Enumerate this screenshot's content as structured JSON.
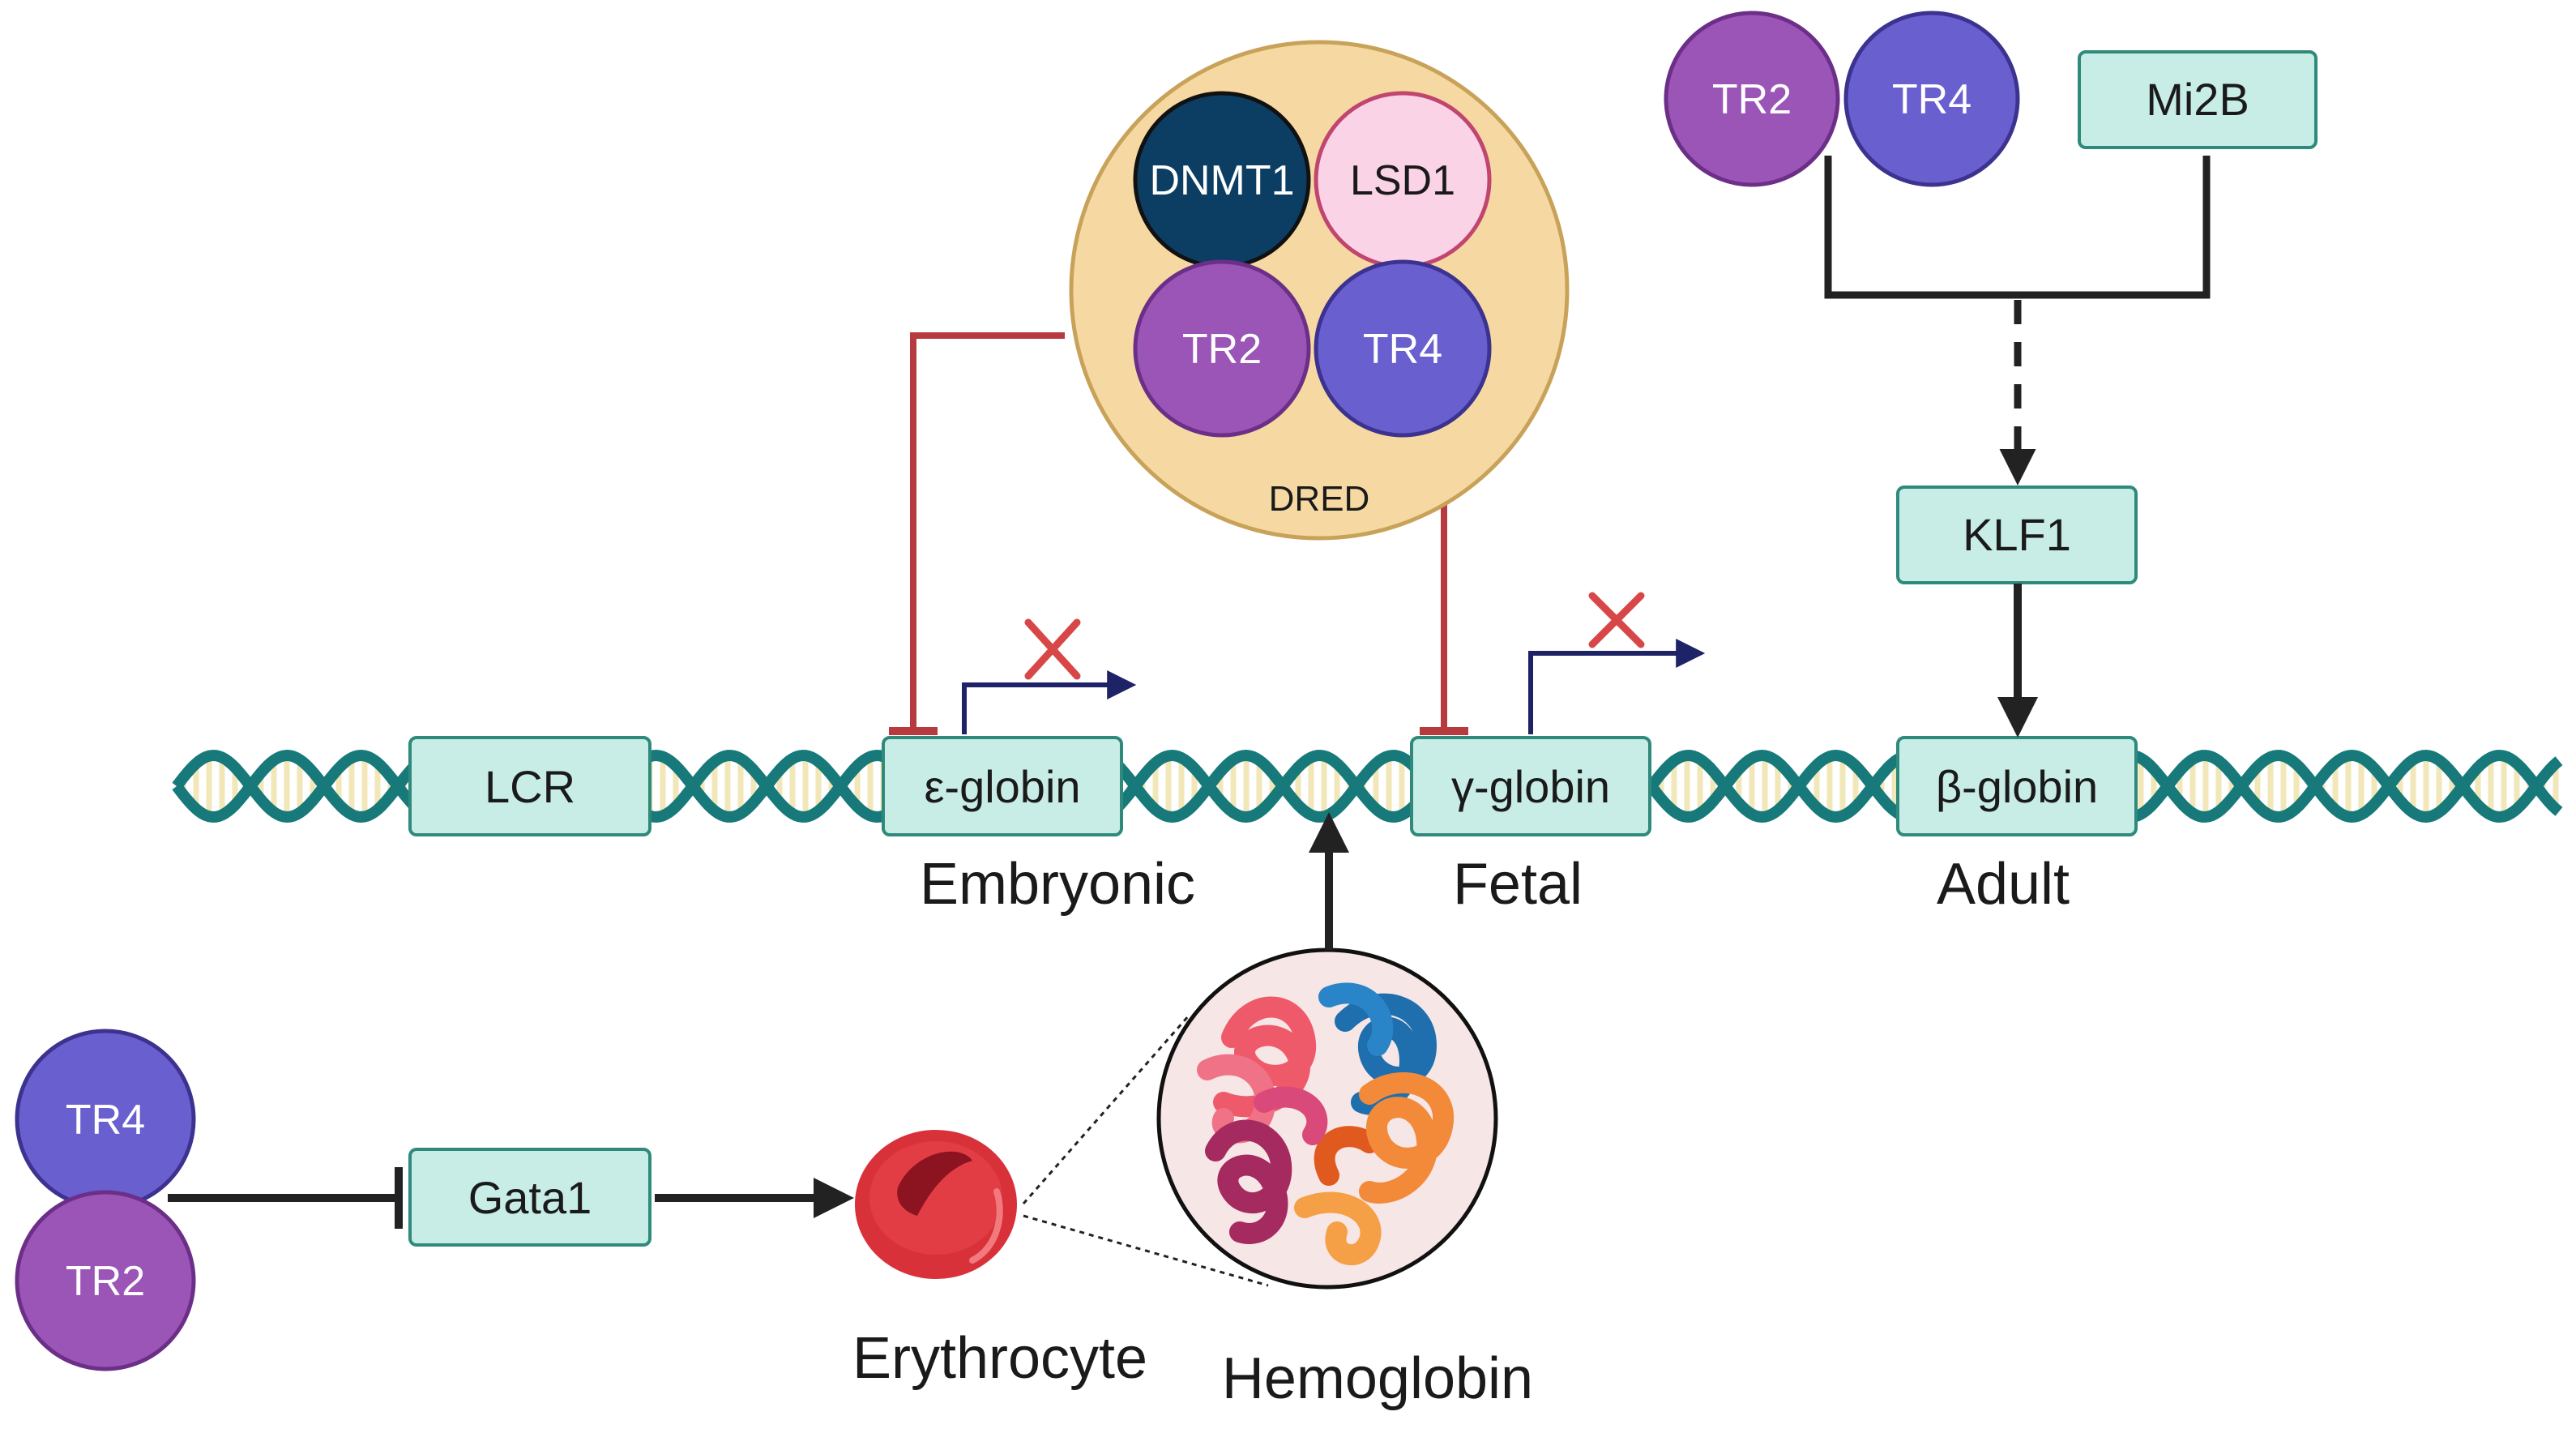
{
  "colors": {
    "dna_strand": "#17797a",
    "dna_rung": "#f2e7b8",
    "gene_box_fill": "#c7ede6",
    "gene_box_stroke": "#2f8a7c",
    "tr2": "#9b55b7",
    "tr4": "#6a5fcf",
    "dnmt1": "#0c3d63",
    "lsd1": "#fbd3e6",
    "lsd1_stroke": "#c0456f",
    "dred_fill": "#f6d9a2",
    "dred_stroke": "#c9a25a",
    "repress": "#b73a3f",
    "tss_arrow": "#1e2266",
    "x_mark": "#d84747",
    "activation": "#222222",
    "rbc": "#d9313a"
  },
  "genes": {
    "lcr": "LCR",
    "epsilon": "ε-globin",
    "gamma": "γ-globin",
    "beta": "β-globin"
  },
  "stages": {
    "embryonic": "Embryonic",
    "fetal": "Fetal",
    "adult": "Adult"
  },
  "dred": {
    "label": "DRED",
    "members": {
      "dnmt1": "DNMT1",
      "lsd1": "LSD1",
      "tr2": "TR2",
      "tr4": "TR4"
    }
  },
  "top_right": {
    "tr2": "TR2",
    "tr4": "TR4",
    "mi2b": "Mi2B",
    "klf1": "KLF1"
  },
  "bottom_left": {
    "tr4": "TR4",
    "tr2": "TR2",
    "gata1": "Gata1",
    "erythrocyte": "Erythrocyte",
    "hemoglobin": "Hemoglobin"
  },
  "icons": {
    "blocked_transcription": "x-mark-icon",
    "transcription_start": "tss-arrow-icon",
    "red_blood_cell": "erythrocyte-icon",
    "hemoglobin_protein": "hemoglobin-icon"
  }
}
